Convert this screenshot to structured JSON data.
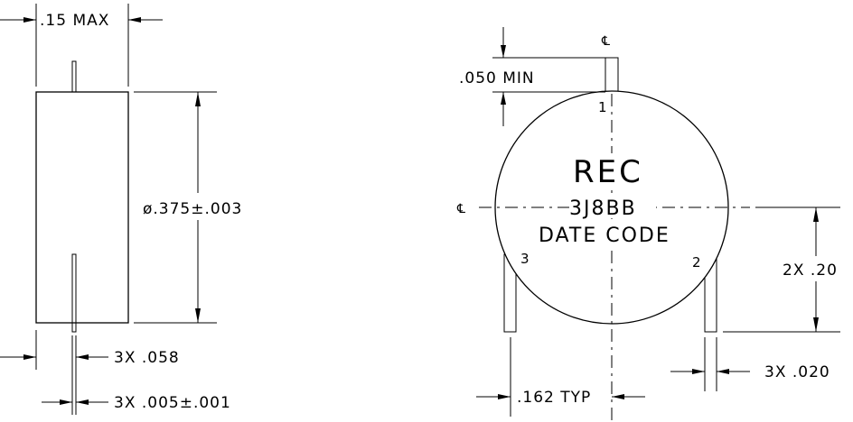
{
  "side_view": {
    "max_label": ".15 MAX",
    "diameter_label": "ø.375±.003",
    "lead_width_label": "3X .058",
    "lead_tol_label": "3X .005±.001"
  },
  "front_view": {
    "min_label": ".050 MIN",
    "centerline_symbol": "℄",
    "marking_line1": "REC",
    "marking_line2": "3J8BB",
    "marking_line3": "DATE CODE",
    "pin1": "1",
    "pin2": "2",
    "pin3": "3",
    "spacing_label": "2X .20",
    "typ_label": ".162 TYP",
    "pin_width_label": "3X .020"
  }
}
